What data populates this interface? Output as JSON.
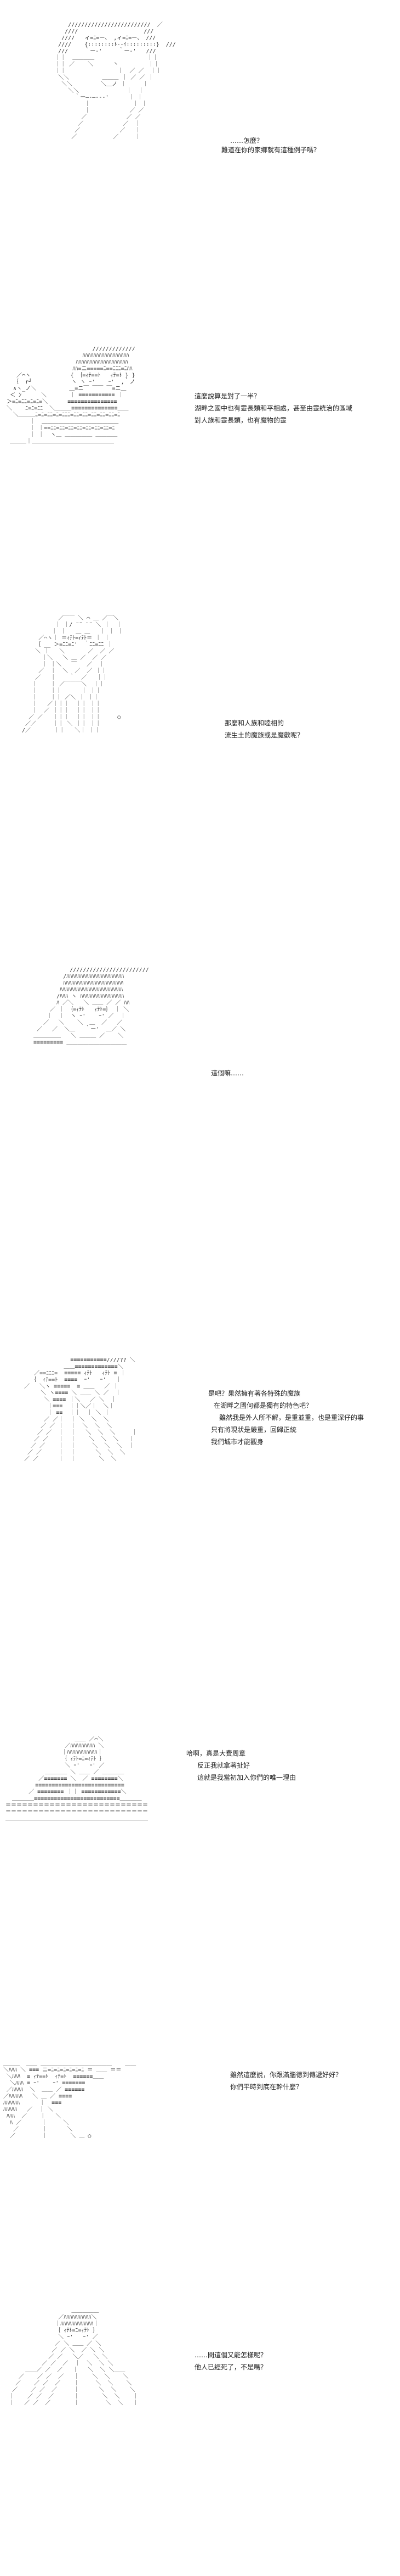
{
  "panels": [
    {
      "lines": [
        "……怎麼？",
        "難道在你的家鄉就有這種例子嗎？"
      ]
    },
    {
      "lines": [
        "這麼說算是對了一半？",
        "湖畔之國中也有靈長類和平相處，甚至由靈統治的區域",
        "對人族和靈長類，也有魔物的靈"
      ]
    },
    {
      "lines": [
        "那麼和人族和睦相的",
        "流生土的魔族或是魔歡呢？"
      ]
    },
    {
      "lines": [
        "這個嘛……"
      ]
    },
    {
      "lines": [
        "是吧？果然擁有著各特殊的魔族",
        "在湖畔之國何都是獨有的特色吧？",
        "雖然我是外人所不解，是重並重，也是重深仔的事",
        "只有將現狀是嚴重，回歸正統",
        "我們城市才能觀身"
      ]
    },
    {
      "lines": [
        "哈啊，真是大費周章",
        "反正我就拿著扯好",
        "這就是我當初加入你們的唯一理由"
      ]
    },
    {
      "lines": [
        "雖然這麼說，你跟滿腦德到傳遞好好？",
        "你們平時到底在幹什麼？"
      ]
    },
    {
      "lines": [
        "……問這個又能怎樣呢？",
        "他人已經死了，不是嗎？"
      ]
    }
  ]
}
